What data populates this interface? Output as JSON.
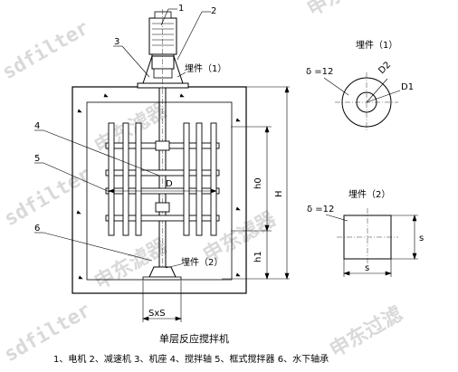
{
  "callouts": [
    "1",
    "2",
    "3",
    "4",
    "5",
    "6"
  ],
  "embed1_label": "埋件（1）",
  "embed2_label": "埋件（2）",
  "embed2_bottom_label": "埋件（2）",
  "dim_D": "D",
  "dim_h0": "h0",
  "dim_H": "H",
  "dim_h1": "h1",
  "dim_SxS": "SxS",
  "detail1": {
    "title": "埋件（1）",
    "delta": "δ =12",
    "d2": "D2",
    "d1": "D1"
  },
  "detail2": {
    "title": "埋件（2）",
    "delta": "δ =12",
    "s_right": "s",
    "s_bottom": "s"
  },
  "caption": "单层反应搅拌机",
  "legend": "1、电机  2、减速机  3、机座  4、搅拌轴  5、框式搅拌器  6、水下轴承",
  "watermarks": [
    "sdfilter",
    "sdfilter",
    "sdfilter",
    "申东山",
    "申东滤器",
    "申东滤器",
    "申东过滤",
    "申东滤器"
  ]
}
